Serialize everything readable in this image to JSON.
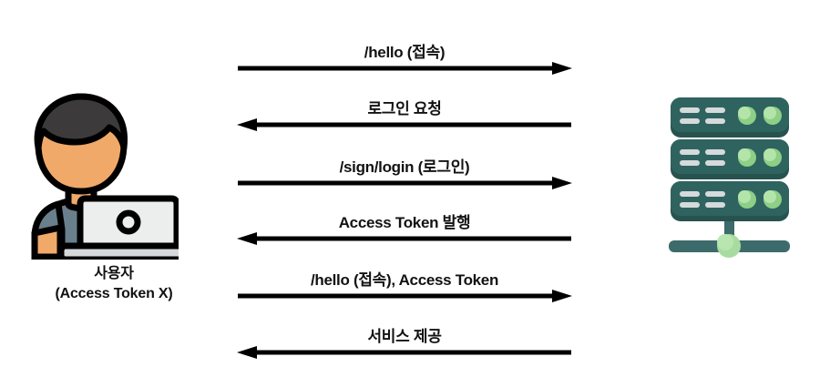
{
  "diagram": {
    "type": "sequence-diagram",
    "title": "",
    "background_color": "#ffffff",
    "text_color": "#121212",
    "arrow_color": "#000000"
  },
  "actors": {
    "left": {
      "id": "user",
      "icon": "user-with-laptop-icon",
      "caption_lines": [
        "사용자",
        "(Access Token X)"
      ],
      "colors": {
        "hair": "#3c3a3a",
        "skin": "#f0a969",
        "shirt": "#697f8c",
        "laptop": "#eceded",
        "outline": "#000000"
      }
    },
    "right": {
      "id": "server",
      "icon": "server-rack-icon",
      "caption_lines": [],
      "colors": {
        "rack": "#2f6360",
        "rack_shadow": "#27534f",
        "indicator": "#d5dadb",
        "led": "#a8dba0",
        "base": "#3d6b6b",
        "node": "#a8dba0"
      }
    }
  },
  "messages": [
    {
      "index": 1,
      "label": "/hello (접속)",
      "direction": "right",
      "from": "user",
      "to": "server"
    },
    {
      "index": 2,
      "label": "로그인 요청",
      "direction": "left",
      "from": "server",
      "to": "user"
    },
    {
      "index": 3,
      "label": "/sign/login (로그인)",
      "direction": "right",
      "from": "user",
      "to": "server"
    },
    {
      "index": 4,
      "label": "Access Token 발행",
      "direction": "left",
      "from": "server",
      "to": "user"
    },
    {
      "index": 5,
      "label": "/hello (접속), Access Token",
      "direction": "right",
      "from": "user",
      "to": "server"
    },
    {
      "index": 6,
      "label": "서비스 제공",
      "direction": "left",
      "from": "server",
      "to": "user"
    }
  ]
}
